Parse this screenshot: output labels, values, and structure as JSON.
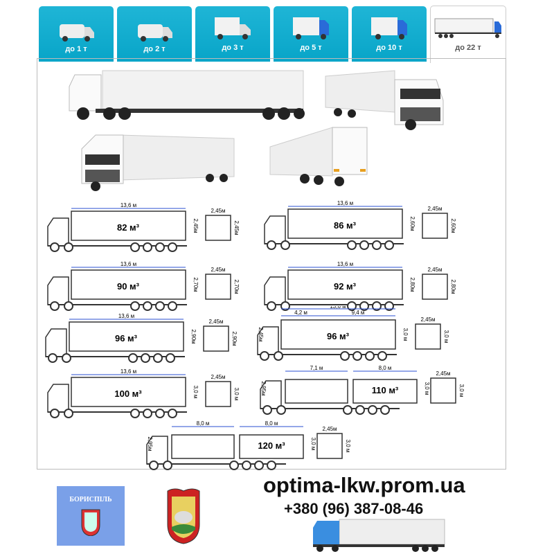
{
  "tabs": [
    {
      "label": "до 1 т"
    },
    {
      "label": "до 2 т"
    },
    {
      "label": "до 3 т"
    },
    {
      "label": "до 5 т"
    },
    {
      "label": "до 10 т"
    },
    {
      "label": "до 22 т",
      "active": true
    }
  ],
  "diagrams": [
    {
      "volume": "82 м³",
      "lengths": [
        "13,6 м"
      ],
      "heights": [
        "2,45м"
      ],
      "box_w": "2,45м",
      "box_h": "2,45м"
    },
    {
      "volume": "86 м³",
      "lengths": [
        "13,6 м"
      ],
      "heights": [
        "2,60м"
      ],
      "box_w": "2,45м",
      "box_h": "2,60м"
    },
    {
      "volume": "90 м³",
      "lengths": [
        "13,6 м"
      ],
      "heights": [
        "2,70м"
      ],
      "box_w": "2,45м",
      "box_h": "2,70м"
    },
    {
      "volume": "92 м³",
      "lengths": [
        "13,6 м"
      ],
      "heights": [
        "2,80м"
      ],
      "box_w": "2,45м",
      "box_h": "2,80м"
    },
    {
      "volume": "96 м³",
      "lengths": [
        "13,6 м"
      ],
      "heights": [
        "2,90м"
      ],
      "box_w": "2,45м",
      "box_h": "2,90м"
    },
    {
      "volume": "96 м³",
      "total": "13,6 м",
      "lengths": [
        "4,2 м",
        "9,4 м"
      ],
      "heights": [
        "2,45м",
        "3,0 м"
      ],
      "box_w": "2,45м",
      "box_h": "3,0 м"
    },
    {
      "volume": "100 м³",
      "lengths": [
        "13,6 м"
      ],
      "heights": [
        "3,0 м"
      ],
      "box_w": "2,45м",
      "box_h": "3,0 м"
    },
    {
      "volume": "110 м³",
      "lengths": [
        "7,1 м",
        "8,0 м"
      ],
      "heights": [
        "2,95м",
        "3,0 м"
      ],
      "box_w": "2,45м",
      "box_h": "3,0 м",
      "road_train": true
    },
    {
      "volume": "120 м³",
      "lengths": [
        "8,0 м",
        "8,0 м"
      ],
      "heights": [
        "2,95м",
        "3,0 м"
      ],
      "box_w": "2,45м",
      "box_h": "3,0 м",
      "road_train": true
    }
  ],
  "footer": {
    "site": "optima-lkw.prom.ua",
    "phone": "+380 (96) 387-08-46",
    "flag_text": "БОРИСПІЛЬ"
  },
  "colors": {
    "tab": "#08a5c8",
    "dim": "#2a4fd0"
  }
}
